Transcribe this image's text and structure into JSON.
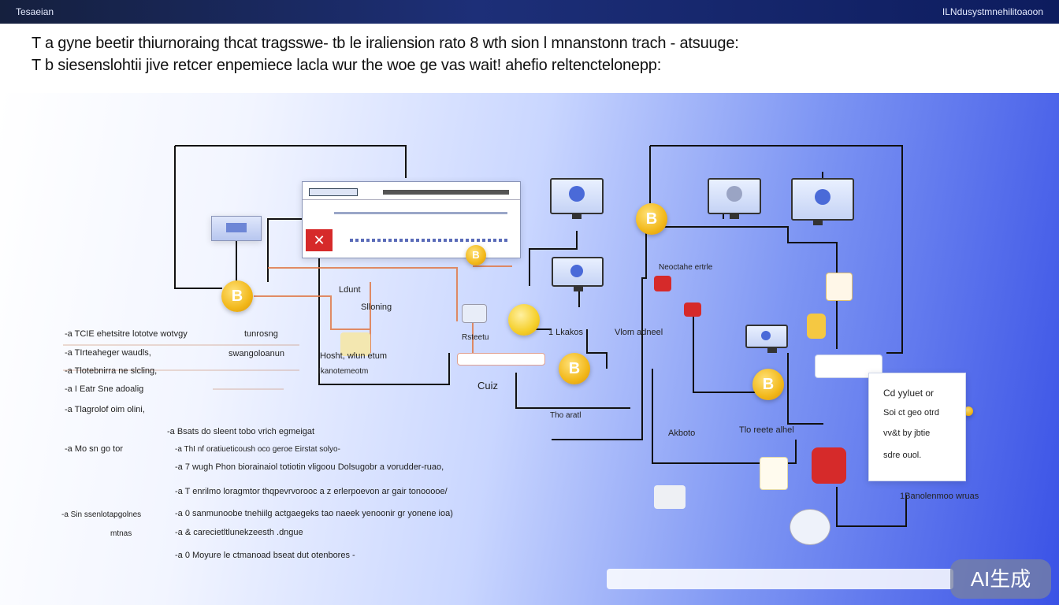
{
  "topbar": {
    "left_title": "Tesaeian",
    "right_title": "ILNdusystmnehilitoaoon"
  },
  "header": {
    "line1": "T a  gyne beetir thiurnoraing thcat  tragsswe-  tb le iraliension  rato  8 wth sion  l mnanstonn  trach  - atsuuge:",
    "line2": "T b   siesenslohtii  jive retcer enpemiece lacla  wur the  woe  ge vas wait!    ahefio reltenctelonepp:"
  },
  "coin_glyph": "B",
  "left_bullets": [
    "-a  TCIE ehetsitre lototve wotvgy",
    "-a  TIrteaheger waudls,",
    "-a  Tlotebnirra ne slcling,",
    "-a  I Eatr Sne adoalig",
    "-a  Tlagrolof oim olini,"
  ],
  "left_side": {
    "callout_a": "tunrosng",
    "callout_b": "swangoloanun"
  },
  "mid_block": [
    "-a  Bsats do sleent  tobo  vrich  egmeigat",
    "-a  ThI  nf oratiueticoush oco  geroe  Eirstat  solyo-",
    "-a  7  wugh  Phon  biorainaiol  totiotin  vligoou  Dolsugobr  a  vorudder-ruao,",
    "-a  T  enrilmo  loragmtor  thqpevrvorooc a  z  erlerpoevon  ar  gair  tonooooe/",
    "-a  0  sanmunoobe  tnehiilg  actgaegeks  tao  naeek  yenoonir  gr  yonene  ioa)",
    "-a  &  carecietltlunekzeesth  .dngue",
    "-a  0  Moyure le  ctmanoad  bseat  dut  otenbores  -"
  ],
  "left_lower": {
    "a": "-a  Mo  sn go tor",
    "b": "-a  Sin  ssenlotapgolnes",
    "c": "mtnas"
  },
  "labels": {
    "ldunt": "Ldunt",
    "sloning": "Slloning",
    "hosh": "Hosht, wlun etum",
    "kanot": "Ikanotemeotm",
    "rsteetu": "Rsteetu",
    "takos": "1 Lkakos",
    "vlom": "Vlom adneel",
    "cuiz": "Cuiz",
    "tho": "Tho aratl",
    "ntho": "Neoctahe  ertrle",
    "akioto": "Akboto",
    "trecahl": "Tlo reete  alhel",
    "ranonlenno": "1Banolenmoo wruas"
  },
  "right_panel": [
    "Cd yyluet or",
    "Soi ct geo otrd",
    "vv&t by jbtie",
    "sdre ouol."
  ],
  "watermark": "AI生成",
  "colors": {
    "accent_coin": "#f2b81a",
    "wire": "#111111",
    "wire_orange": "#e07a4a",
    "badge_red": "#d62a2a"
  }
}
